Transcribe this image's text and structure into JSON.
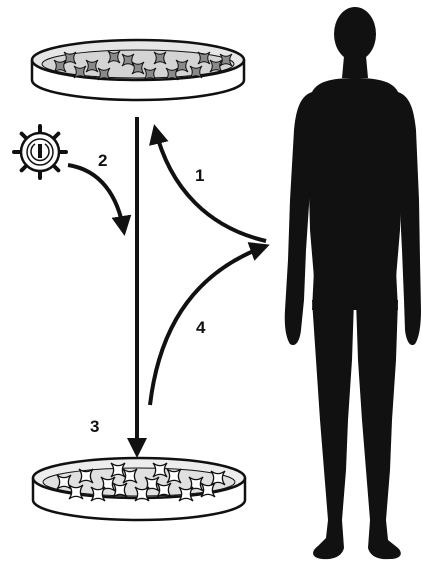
{
  "steps": [
    {
      "label": "1"
    },
    {
      "label": "2"
    },
    {
      "label": "3"
    },
    {
      "label": "4"
    }
  ],
  "icons": {
    "top_dish": "petri-dish-cells-icon",
    "bottom_dish": "petri-dish-modified-cells-icon",
    "vector": "virus-vector-icon",
    "patient": "human-silhouette-icon"
  },
  "colors": {
    "ink": "#111111",
    "dish_fill": "#e6e6e6",
    "cell_gray": "#8a8a8a",
    "cell_light": "#ffffff",
    "background": "#ffffff"
  }
}
